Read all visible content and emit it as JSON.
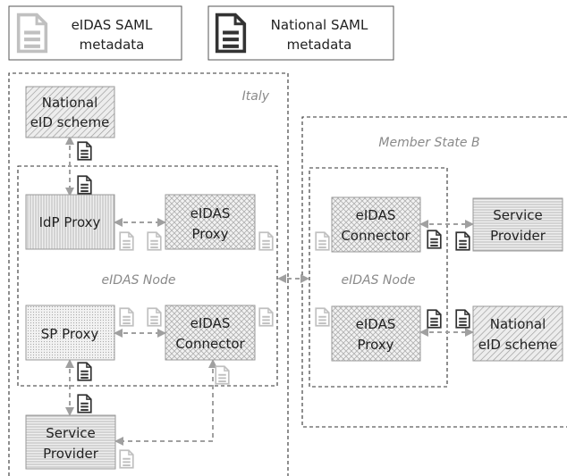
{
  "legend": {
    "eidas_metadata_line1": "eIDAS SAML",
    "eidas_metadata_line2": "metadata",
    "national_metadata_line1": "National SAML",
    "national_metadata_line2": "metadata"
  },
  "regions": {
    "italy": "Italy",
    "member_state_b": "Member State B",
    "italy_node": "eIDAS Node",
    "msb_node": "eIDAS Node"
  },
  "italy": {
    "national_eid_line1": "National",
    "national_eid_line2": "eID scheme",
    "idp_proxy": "IdP Proxy",
    "eidas_proxy_line1": "eIDAS",
    "eidas_proxy_line2": "Proxy",
    "sp_proxy": "SP Proxy",
    "eidas_connector_line1": "eIDAS",
    "eidas_connector_line2": "Connector",
    "service_provider_line1": "Service",
    "service_provider_line2": "Provider"
  },
  "member_state_b": {
    "eidas_connector_line1": "eIDAS",
    "eidas_connector_line2": "Connector",
    "eidas_proxy_line1": "eIDAS",
    "eidas_proxy_line2": "Proxy",
    "service_provider_line1": "Service",
    "service_provider_line2": "Provider",
    "national_eid_line1": "National",
    "national_eid_line2": "eID scheme"
  },
  "colors": {
    "eidas_doc": "#c8c8c8",
    "national_doc": "#3a3a3a",
    "dashed_arrow": "#a0a0a0",
    "region_border": "#333333"
  }
}
